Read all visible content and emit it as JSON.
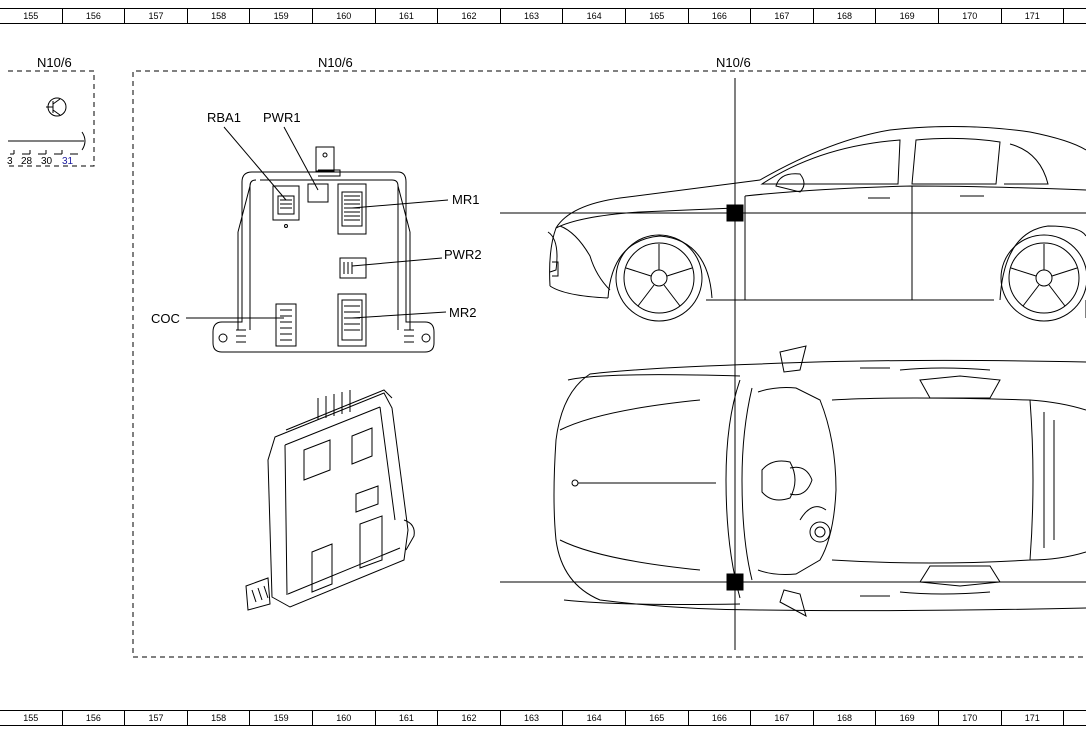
{
  "ruler": [
    "155",
    "156",
    "157",
    "158",
    "159",
    "160",
    "161",
    "162",
    "163",
    "164",
    "165",
    "166",
    "167",
    "168",
    "169",
    "170",
    "171"
  ],
  "diagram": {
    "left_box_title": "N10/6",
    "center_title": "N10/6",
    "right_title": "N10/6",
    "pin_numbers": [
      "3",
      "28",
      "30",
      "31"
    ],
    "callouts": {
      "rba1": "RBA1",
      "pwr1": "PWR1",
      "mr1": "MR1",
      "pwr2": "PWR2",
      "coc": "COC",
      "mr2": "MR2"
    }
  },
  "colors": {
    "line": "#000000",
    "highlight_pin": "#1a1aa0"
  }
}
